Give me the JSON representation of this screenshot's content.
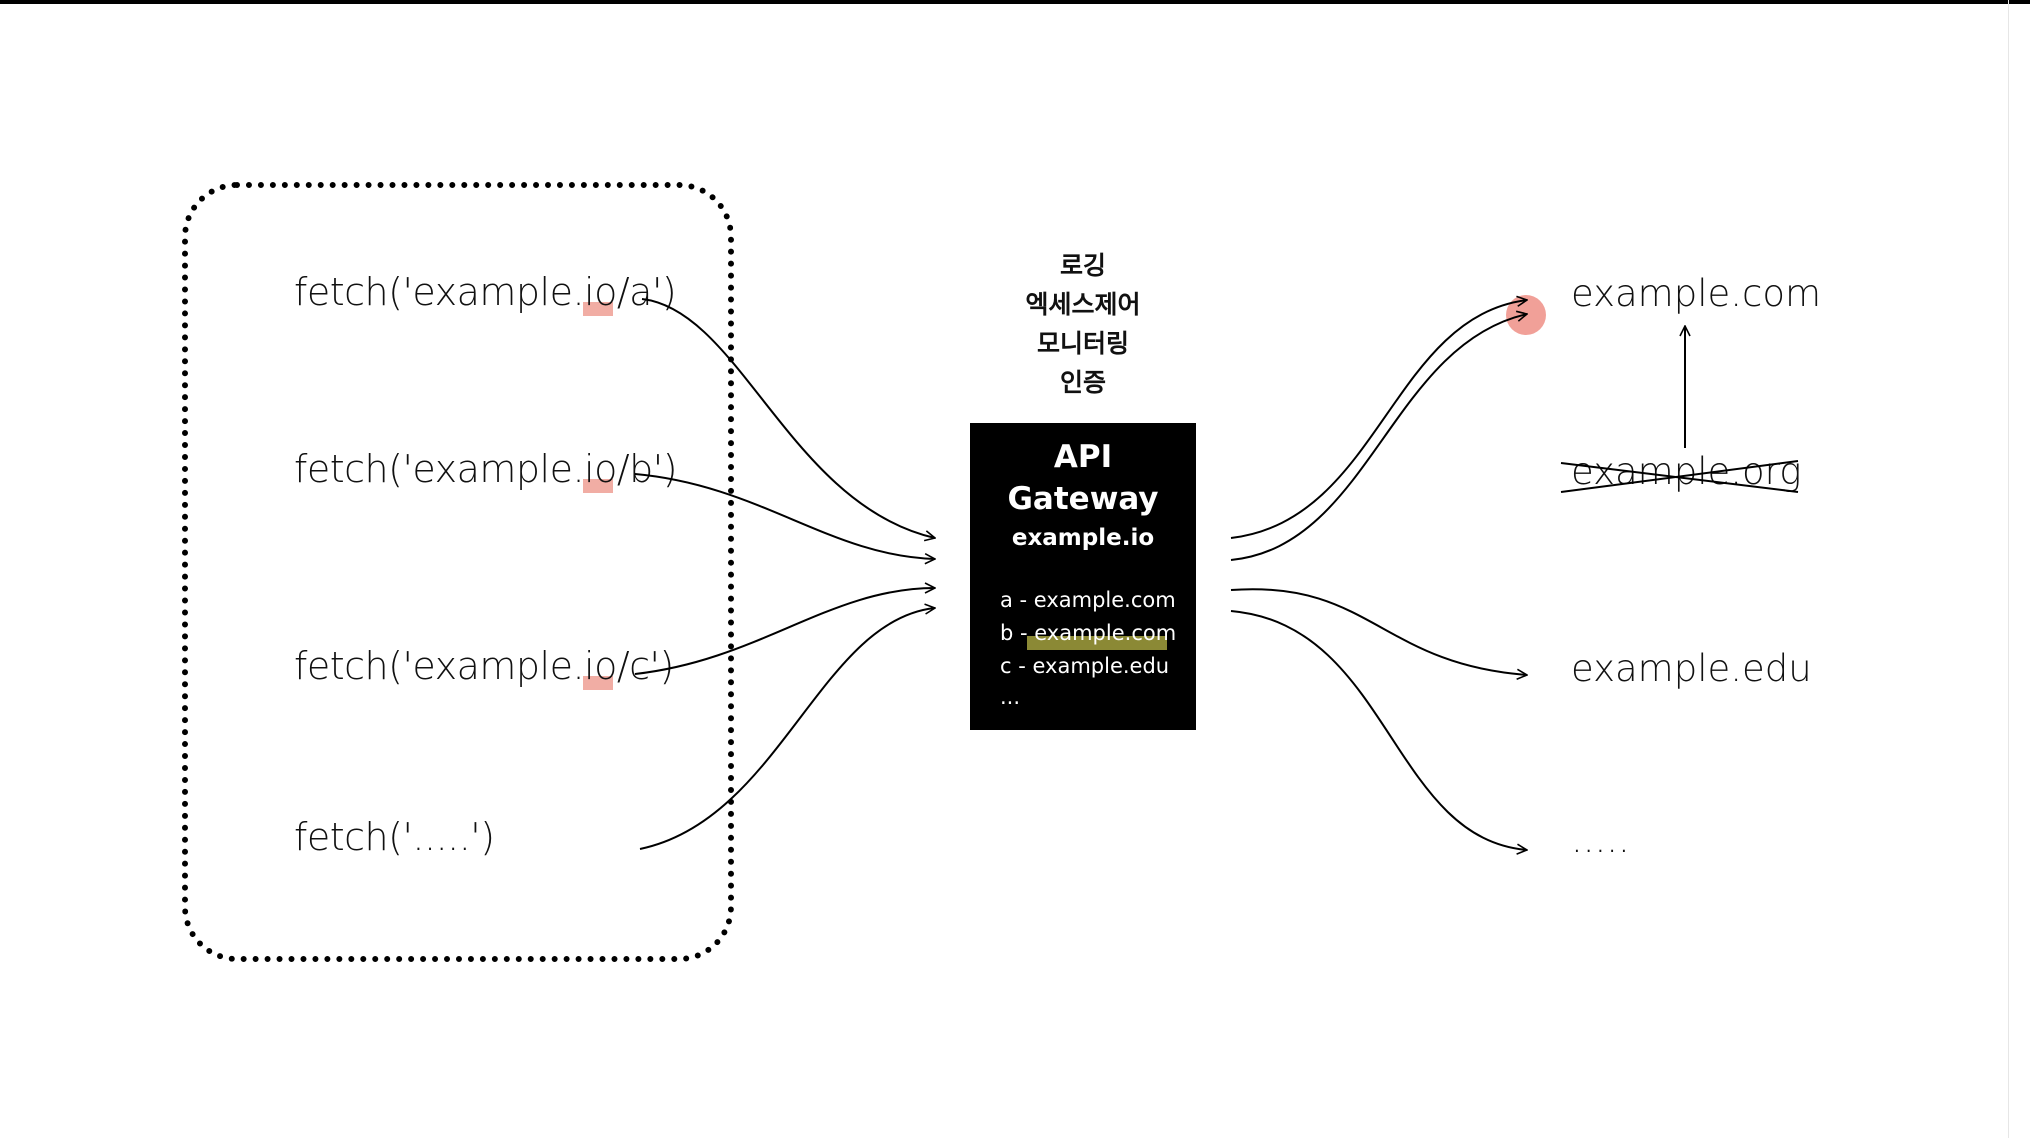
{
  "clients": {
    "fetch_a": "fetch('example.io/a')",
    "fetch_b": "fetch('example.io/b')",
    "fetch_c": "fetch('example.io/c')",
    "fetch_more": "fetch('.....')"
  },
  "gateway_features": [
    "로깅",
    "엑세스제어",
    "모니터링",
    "인증"
  ],
  "gateway": {
    "title_line1": "API",
    "title_line2": "Gateway",
    "domain": "example.io",
    "routes": [
      "a - example.com",
      "b - example.com",
      "c - example.edu",
      "..."
    ]
  },
  "targets": {
    "com": "example.com",
    "org": "example.org",
    "edu": "example.edu",
    "more": "....."
  },
  "colors": {
    "highlight_red": "#f0a49a",
    "highlight_green": "#a3a13e",
    "gateway_bg": "#000000",
    "pointer_dot": "#ef8f86"
  }
}
